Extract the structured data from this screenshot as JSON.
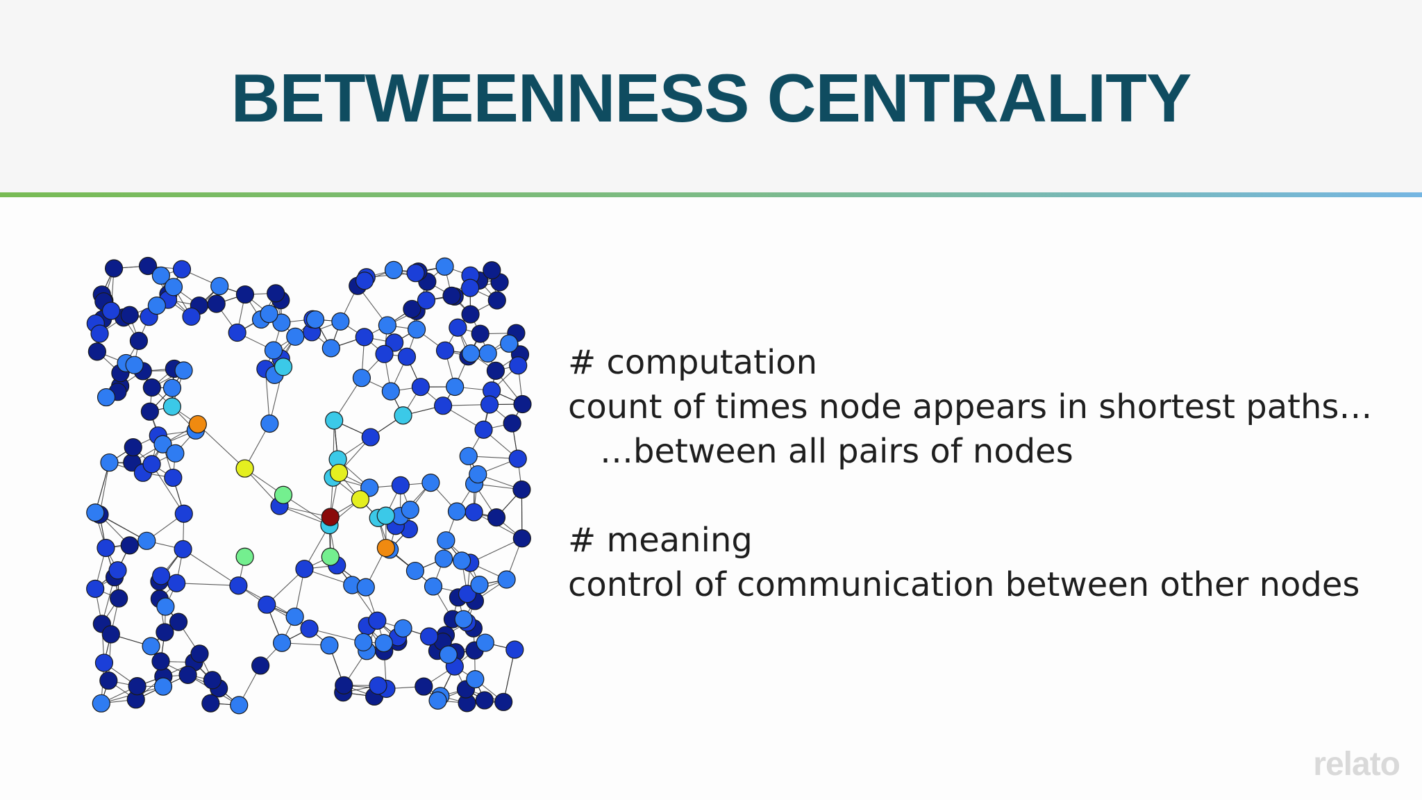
{
  "slide": {
    "title": "BETWEENNESS CENTRALITY",
    "brand": "relato"
  },
  "content": {
    "section1_heading": "# computation",
    "section1_line1": "count of times node appears in shortest paths…",
    "section1_line2": "…between all pairs of nodes",
    "section2_heading": "# meaning",
    "section2_line1": "control of communication between other nodes"
  },
  "colors": {
    "title": "#0f4c60",
    "rule_start": "#78bb54",
    "rule_end": "#75b6e2",
    "edge": "#222222",
    "centrality_scale": [
      "#0b1d8a",
      "#1b3fd8",
      "#2f7cf2",
      "#3bc9e8",
      "#74ef8f",
      "#e4ef20",
      "#f08a10",
      "#8a0a0a"
    ]
  },
  "graph": {
    "description_icon": "network-graph-icon",
    "seed": 7,
    "node_count": 230
  }
}
